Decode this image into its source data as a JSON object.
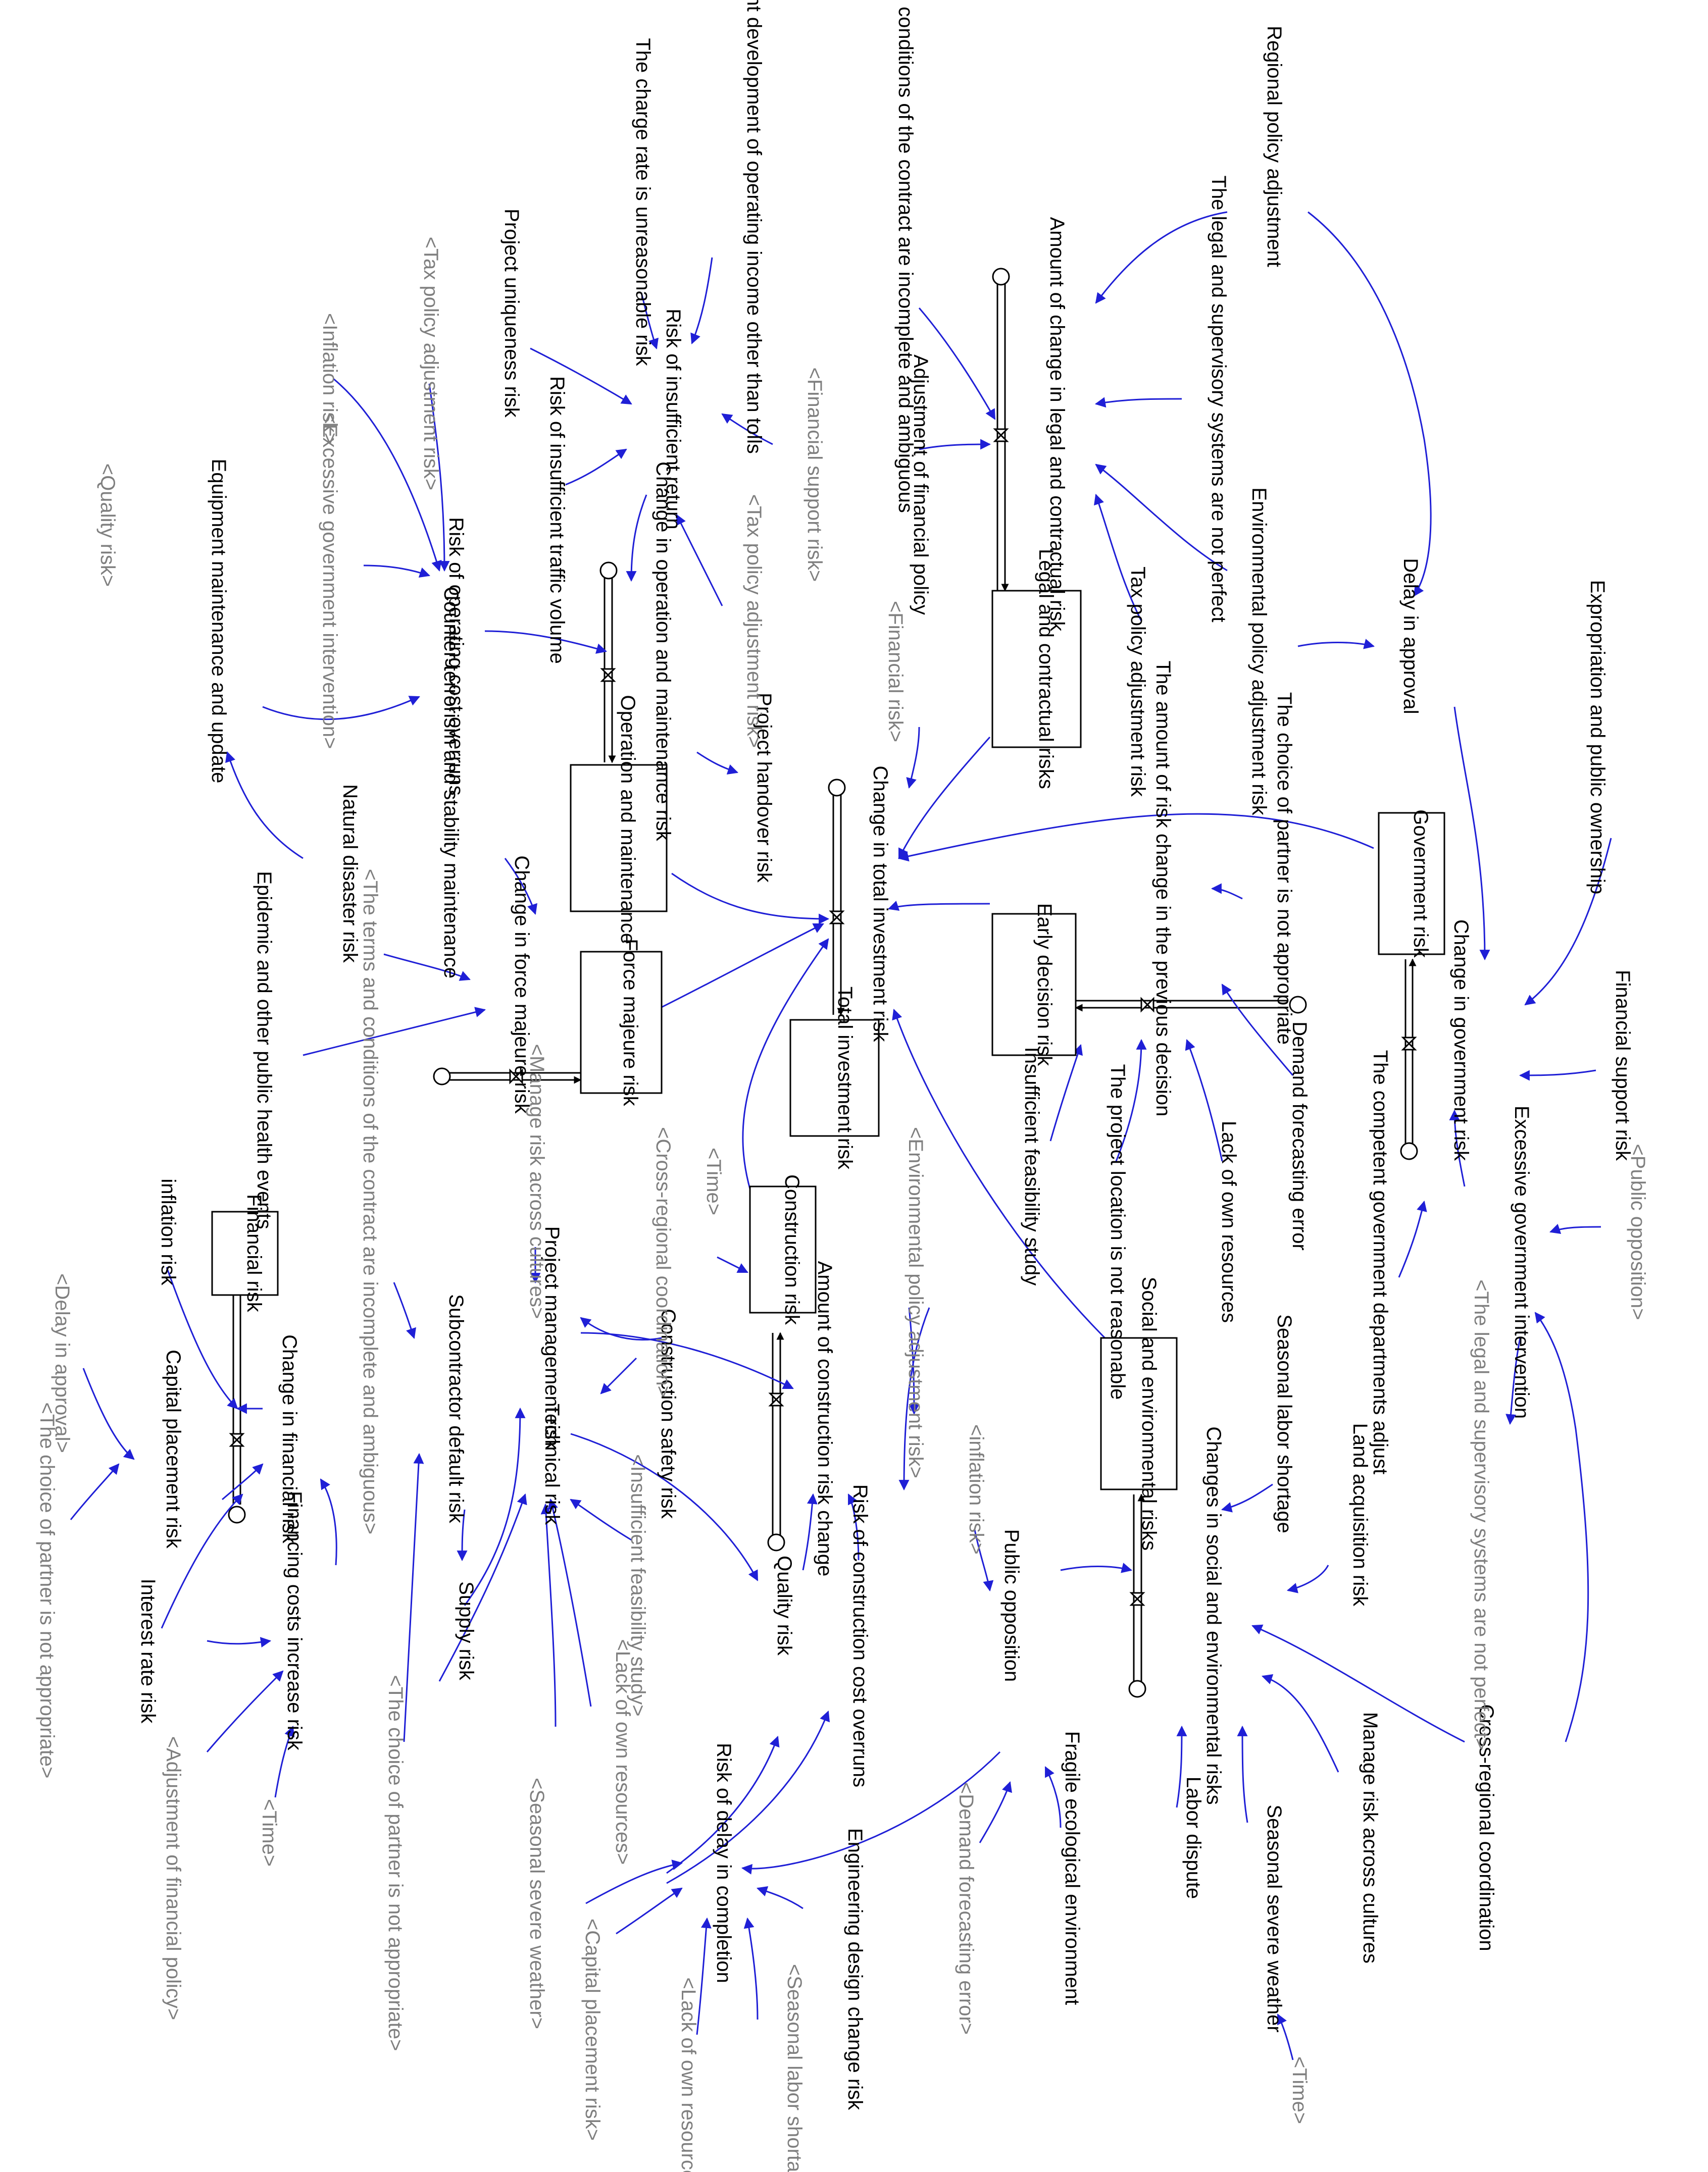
{
  "colors": {
    "link": "#1f1fd6",
    "shadow_text": "#7f7f7f",
    "text": "#000000",
    "stock_border": "#000000"
  },
  "stocks": {
    "financial": "Financial risk",
    "construction": "Construction risk",
    "total": "Total investment risk",
    "early": "Early decision risk",
    "social": "Social and environmental risks",
    "government": "Government risk",
    "legal": "Legal and contractual risks",
    "operation": "Operation and maintenance risk",
    "force": "Force majeure risk"
  },
  "flows": {
    "change_financial": "Change in financial risk",
    "amount_construction": "Amount of construction risk change",
    "change_total": "Change in total investment risk",
    "amount_previous": "The amount of risk change in the previous decision",
    "changes_social": "Changes in social and environmental risks",
    "change_government": "Change in government risk",
    "amount_legal": "Amount of change in legal and contractual risk",
    "change_operation": "Change in operation and maintenance risk",
    "change_force": "Change in force majeure risk"
  },
  "variables": {
    "inflation_risk": "inflation risk",
    "capital_placement": "Capital placement risk",
    "interest_rate": "Interest rate risk",
    "financing_costs": "Financing costs increase risk",
    "subcontractor_default": "Subcontractor default risk",
    "supply_risk": "Supply risk",
    "project_management": "Project management risk",
    "technical_risk": "Technical risk",
    "construction_safety": "Construction safety risk",
    "quality_risk": "Quality risk",
    "construction_cost_overruns": "Risk of construction cost overruns",
    "delay_completion": "Risk of delay in completion",
    "engineering_design": "Engineering design change risk",
    "public_opposition": "Public opposition",
    "fragile_ecological": "Fragile ecological environment",
    "labor_dispute": "Labor dispute",
    "seasonal_weather": "Seasonal severe weather",
    "manage_cultures": "Manage risk across cultures",
    "cross_regional": "Cross-regional coordination",
    "land_acquisition": "Land acquisition risk",
    "seasonal_labor": "Seasonal labor shortage",
    "excessive_intervention": "Excessive government intervention",
    "competent_departments": "The competent government departments adjust",
    "financial_support": "Financial support risk",
    "expropriation": "Expropriation and public ownership",
    "delay_approval": "Delay in approval",
    "environmental_policy": "Environmental policy adjustment risk",
    "tax_policy": "Tax policy adjustment risk",
    "legal_systems": "The legal and supervisory systems are not perfect",
    "regional_policy": "Regional policy adjustment",
    "terms_conditions": "The terms and conditions of the contract are incomplete and ambiguous",
    "adjustment_financial_policy": "Adjustment of financial policy",
    "insufficient_return": "Risk of insufficient return",
    "charge_rate": "The charge rate is unreasonable risk",
    "insufficient_income": "Risk of insufficient development of operating income other than tolls",
    "project_uniqueness": "Project uniqueness risk",
    "insufficient_traffic": "Risk of insufficient traffic volume",
    "operating_cost_overruns": "Risk of operating cost overruns",
    "equipment_maintenance": "Equipment maintenance and update",
    "natural_disaster": "Natural disaster risk",
    "counter_terrorism": "Counter-terrorism and stability maintenance",
    "epidemic": "Epidemic and other public health events",
    "project_handover": "Project handover risk",
    "partner_not_appropriate": "The choice of partner is not appropriate",
    "demand_forecasting": "Demand forecasting error",
    "lack_resources": "Lack of own resources",
    "location_not_reasonable": "The project location is not reasonable",
    "insufficient_feasibility": "Insufficient feasibility study"
  },
  "shadows": {
    "delay_approval": "<Delay in approval>",
    "partner": "<The choice of partner is not appropriate>",
    "adjustment_financial_policy": "<Adjustment of financial policy>",
    "time": "<Time>",
    "terms_conditions": "<The terms and conditions of the contract are incomplete and ambiguous>",
    "manage_cultures": "<Manage risk across cultures>",
    "cross_regional": "<Cross-regional coordination>",
    "insufficient_feasibility": "<Insufficient feasibility study>",
    "lack_resources": "<Lack of own resources>",
    "seasonal_weather": "<Seasonal severe weather>",
    "capital_placement": "<Capital placement risk>",
    "seasonal_labor": "<Seasonal labor shortage>",
    "environmental_policy": "<Environmental policy adjustment risk>",
    "inflation": "<inflation risk>",
    "demand_forecasting": "<Demand forecasting error>",
    "public_opposition": "<Public opposition>",
    "legal_systems": "<The legal and supervisory systems are not perfect>",
    "financial_risk": "<Financial risk>",
    "tax_policy": "<Tax policy adjustment risk>",
    "financial_support": "<Financial support risk>",
    "excessive_intervention": "<Excessive government intervention>",
    "quality": "<Quality risk>",
    "inflation_cap": "<Inflation risk>"
  }
}
